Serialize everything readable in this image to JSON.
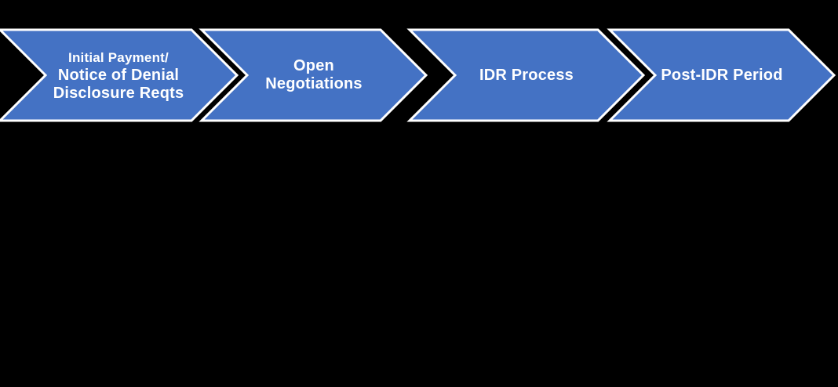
{
  "background_color": "#000000",
  "colors": {
    "chevron_fill": "#4472C4",
    "chevron_border": "#FFFFFF",
    "label_text": "#FFFFFF"
  },
  "process_flow": {
    "type": "chevron-process",
    "steps": [
      {
        "lines": [
          "Initial Payment/",
          "Notice of Denial",
          "Disclosure Reqts"
        ]
      },
      {
        "lines": [
          "Open",
          "Negotiations"
        ]
      },
      {
        "lines": [
          "IDR Process"
        ]
      },
      {
        "lines": [
          "Post-IDR Period"
        ]
      }
    ]
  }
}
